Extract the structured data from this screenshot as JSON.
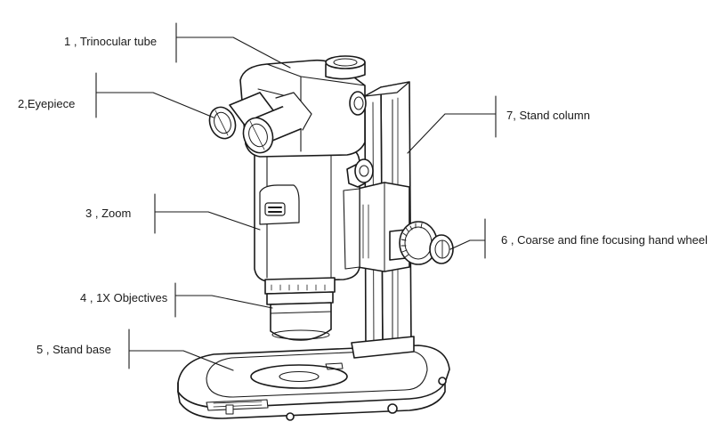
{
  "labels": {
    "trinocular_tube": "1 , Trinocular tube",
    "eyepiece": "2,Eyepiece",
    "zoom": "3 , Zoom",
    "objectives": "4 , 1X Objectives",
    "stand_base": "5 , Stand base",
    "focusing_wheel": "6 , Coarse and fine focusing hand wheel",
    "stand_column": "7, Stand column"
  },
  "colors": {
    "line": "#1a1a1a",
    "body_fill": "#ffffff"
  }
}
